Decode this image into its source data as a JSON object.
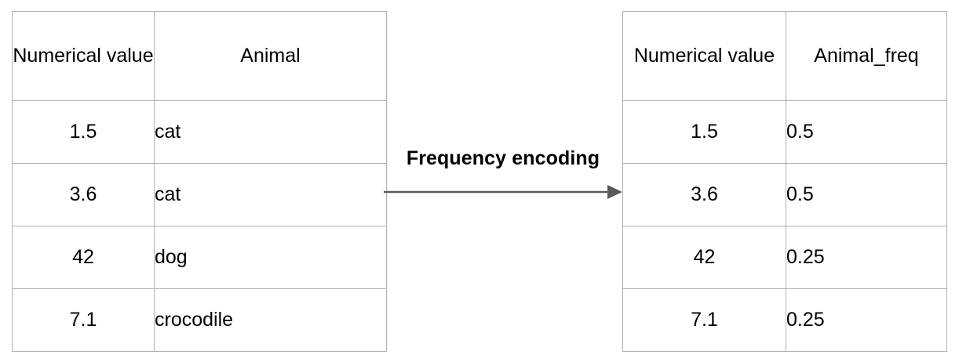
{
  "diagram": {
    "title_label": "Frequency encoding",
    "arrow_icon": "right-arrow-icon",
    "arrow_color": "#595959",
    "border_color": "#b0b0b0",
    "text_color": "#000000",
    "background_color": "#ffffff"
  },
  "source_table": {
    "name": "source-table",
    "headers": [
      "Numerical value",
      "Animal"
    ],
    "rows": [
      {
        "numerical_value": "1.5",
        "animal": "cat"
      },
      {
        "numerical_value": "3.6",
        "animal": "cat"
      },
      {
        "numerical_value": "42",
        "animal": "dog"
      },
      {
        "numerical_value": "7.1",
        "animal": "crocodile"
      }
    ]
  },
  "encoded_table": {
    "name": "encoded-table",
    "headers": [
      "Numerical value",
      "Animal_freq"
    ],
    "rows": [
      {
        "numerical_value": "1.5",
        "animal_freq": "0.5"
      },
      {
        "numerical_value": "3.6",
        "animal_freq": "0.5"
      },
      {
        "numerical_value": "42",
        "animal_freq": "0.25"
      },
      {
        "numerical_value": "7.1",
        "animal_freq": "0.25"
      }
    ]
  }
}
